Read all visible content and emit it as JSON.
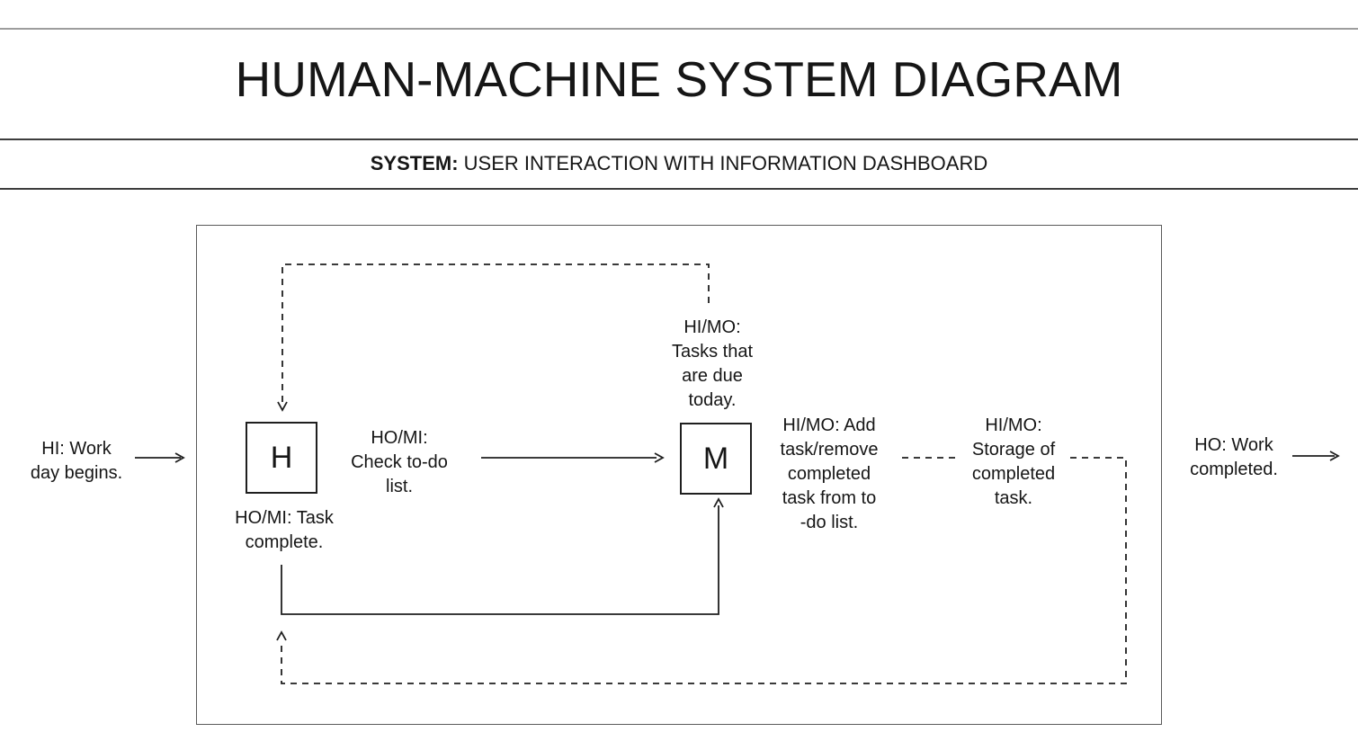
{
  "colors": {
    "text": "#161616",
    "line": "#1f1f1f",
    "frame_border": "#5a5a5a",
    "rule_gray": "#9d9d9d",
    "rule_dark": "#3d3d3d"
  },
  "header": {
    "title": "HUMAN-MACHINE SYSTEM DIAGRAM",
    "system_label": "SYSTEM:",
    "system_value": " USER INTERACTION WITH INFORMATION DASHBOARD"
  },
  "diagram": {
    "input_label": "HI: Work\nday begins.",
    "output_label": "HO: Work\ncompleted.",
    "human_letter": "H",
    "machine_letter": "M",
    "labels": {
      "check_list": "HO/MI:\nCheck to-do\nlist.",
      "tasks_due": "HI/MO:\nTasks that\nare due\ntoday.",
      "task_complete": "HO/MI: Task\ncomplete.",
      "add_task": "HI/MO: Add\ntask/remove\ncompleted\ntask from to\n-do list.",
      "storage": "HI/MO:\nStorage of\ncompleted\ntask."
    }
  }
}
